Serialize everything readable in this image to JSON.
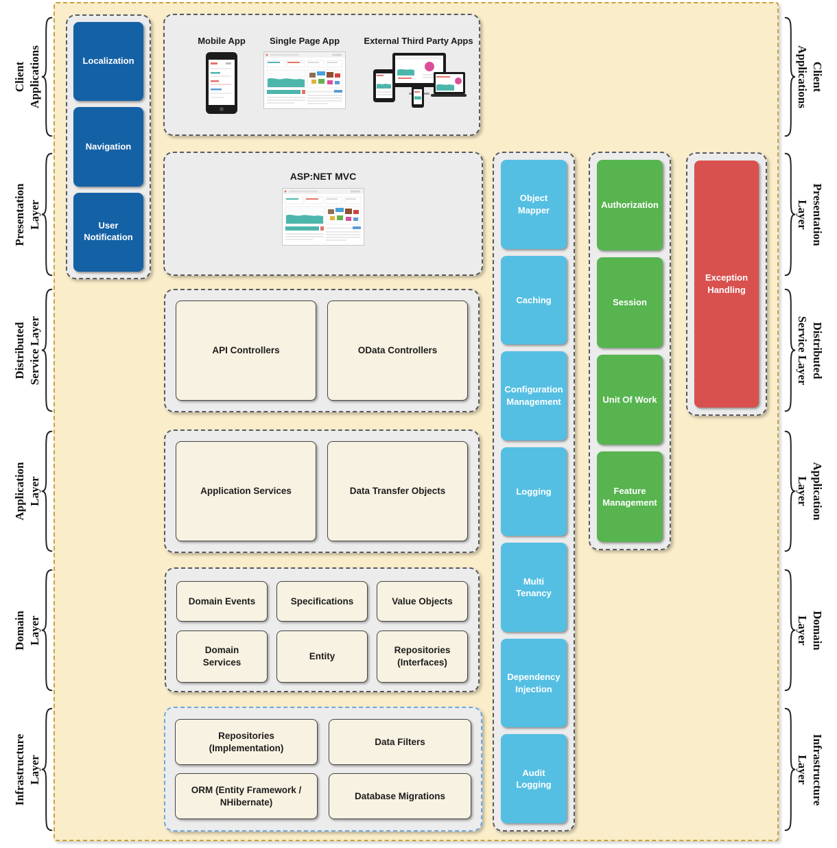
{
  "layers": [
    {
      "label": "Client Applications",
      "line1": "Client",
      "line2": "Applications"
    },
    {
      "label": "Presentation Layer",
      "line1": "Presentation",
      "line2": "Layer"
    },
    {
      "label": "Distributed Service Layer",
      "line1": "Distributed",
      "line2": "Service Layer"
    },
    {
      "label": "Application Layer",
      "line1": "Application",
      "line2": "Layer"
    },
    {
      "label": "Domain Layer",
      "line1": "Domain",
      "line2": "Layer"
    },
    {
      "label": "Infrastructure Layer",
      "line1": "Infrastructure",
      "line2": "Layer"
    }
  ],
  "client_widgets": {
    "items": [
      "Localization",
      "Navigation",
      "User Notification"
    ]
  },
  "client_apps": {
    "mobile_label": "Mobile App",
    "spa_label": "Single Page App",
    "external_label": "External Third Party Apps"
  },
  "presentation": {
    "title": "ASP:NET MVC"
  },
  "distributed_service": {
    "boxes": [
      "API Controllers",
      "OData Controllers"
    ]
  },
  "application_layer": {
    "boxes": [
      "Application Services",
      "Data Transfer Objects"
    ]
  },
  "domain_layer": {
    "boxes": [
      "Domain Events",
      "Specifications",
      "Value Objects",
      "Domain Services",
      "Entity",
      "Repositories (Interfaces)"
    ]
  },
  "infrastructure_layer": {
    "boxes": [
      "Repositories (Implementation)",
      "Data Filters",
      "ORM (Entity Framework / NHibernate)",
      "Database Migrations"
    ]
  },
  "cross_cutting": {
    "utilities": [
      "Object Mapper",
      "Caching",
      "Configuration Management",
      "Logging",
      "Multi Tenancy",
      "Dependency Injection",
      "Audit Logging"
    ],
    "aspects": [
      "Authorization",
      "Session",
      "Unit Of Work",
      "Feature Management"
    ],
    "exception": [
      "Exception Handling"
    ]
  },
  "colors": {
    "panel_bg": "#FAEDC9",
    "panel_border": "#C8A33C",
    "container_bg": "#ECECEC",
    "blue": "#1561A6",
    "cyan": "#54BFE2",
    "green": "#57B44F",
    "red": "#D8514E",
    "cream_box": "#F8F2E2",
    "infra_border": "#6FA8DC"
  }
}
